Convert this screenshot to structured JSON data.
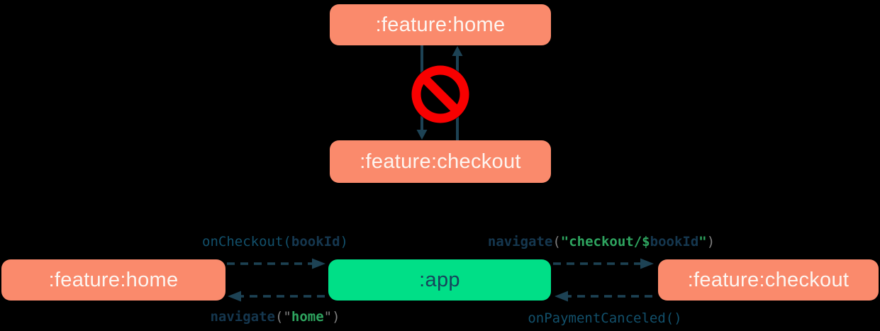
{
  "colors": {
    "background": "#000000",
    "feature_box": "#FA8A6C",
    "feature_box_text": "#FDF5F0",
    "app_box": "#00DF87",
    "app_box_text": "#16455C",
    "arrow": "#1D4254",
    "code_function": "#12506B",
    "code_identifier": "#15374F",
    "code_string": "#2EA45F",
    "code_punctuation": "#7E7E7E",
    "forbidden_red": "#F80000"
  },
  "top_diagram": {
    "home_box_label": ":feature:home",
    "checkout_box_label": ":feature:checkout",
    "forbidden_icon": "no-entry-icon",
    "arrows": [
      {
        "from": ":feature:home",
        "to": ":feature:checkout",
        "style": "solid"
      },
      {
        "from": ":feature:checkout",
        "to": ":feature:home",
        "style": "solid"
      }
    ]
  },
  "bottom_diagram": {
    "home_box_label": ":feature:home",
    "app_box_label": ":app",
    "checkout_box_label": ":feature:checkout",
    "edge_labels": {
      "on_checkout": {
        "text": "onCheckout(bookId)",
        "tokens": [
          {
            "text": "onCheckout(",
            "color": "code_function",
            "bold": false
          },
          {
            "text": "bookId",
            "color": "code_identifier",
            "bold": true
          },
          {
            "text": ")",
            "color": "code_function",
            "bold": false
          }
        ]
      },
      "navigate_checkout": {
        "text": "navigate(\"checkout/$bookId\")",
        "tokens": [
          {
            "text": "navigate",
            "color": "code_identifier",
            "bold": true
          },
          {
            "text": "(",
            "color": "code_punctuation",
            "bold": false
          },
          {
            "text": "\"checkout/$",
            "color": "code_string",
            "bold": true
          },
          {
            "text": "bookId",
            "color": "code_identifier",
            "bold": true
          },
          {
            "text": "\"",
            "color": "code_string",
            "bold": true
          },
          {
            "text": ")",
            "color": "code_punctuation",
            "bold": false
          }
        ]
      },
      "navigate_home": {
        "text": "navigate(\"home\")",
        "tokens": [
          {
            "text": "navigate",
            "color": "code_identifier",
            "bold": true
          },
          {
            "text": "(\"",
            "color": "code_punctuation",
            "bold": false
          },
          {
            "text": "home",
            "color": "code_string",
            "bold": true
          },
          {
            "text": "\")",
            "color": "code_punctuation",
            "bold": false
          }
        ]
      },
      "on_payment_canceled": {
        "text": "onPaymentCanceled()",
        "tokens": [
          {
            "text": "onPaymentCanceled()",
            "color": "code_function",
            "bold": false
          }
        ]
      }
    },
    "arrows": [
      {
        "from": ":feature:home",
        "to": ":app",
        "style": "dashed"
      },
      {
        "from": ":app",
        "to": ":feature:home",
        "style": "dashed"
      },
      {
        "from": ":app",
        "to": ":feature:checkout",
        "style": "dashed"
      },
      {
        "from": ":feature:checkout",
        "to": ":app",
        "style": "dashed"
      }
    ]
  }
}
